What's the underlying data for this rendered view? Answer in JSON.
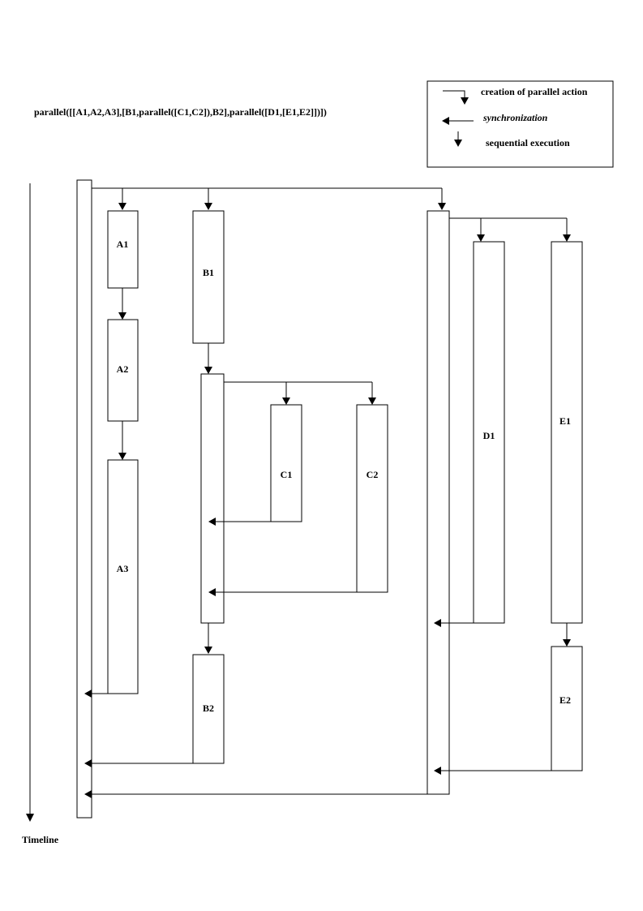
{
  "expression": "parallel([[A1,A2,A3],[B1,parallel([C1,C2]),B2],parallel([D1,[E1,E2]])])",
  "legend": {
    "creation": "creation of parallel action",
    "synchronization": "synchronization",
    "sequential": "sequential execution"
  },
  "actions": {
    "A1": "A1",
    "A2": "A2",
    "A3": "A3",
    "B1": "B1",
    "B2": "B2",
    "C1": "C1",
    "C2": "C2",
    "D1": "D1",
    "E1": "E1",
    "E2": "E2"
  },
  "timeline_label": "Timeline",
  "colors": {
    "stroke": "#000000",
    "background": "#ffffff"
  }
}
